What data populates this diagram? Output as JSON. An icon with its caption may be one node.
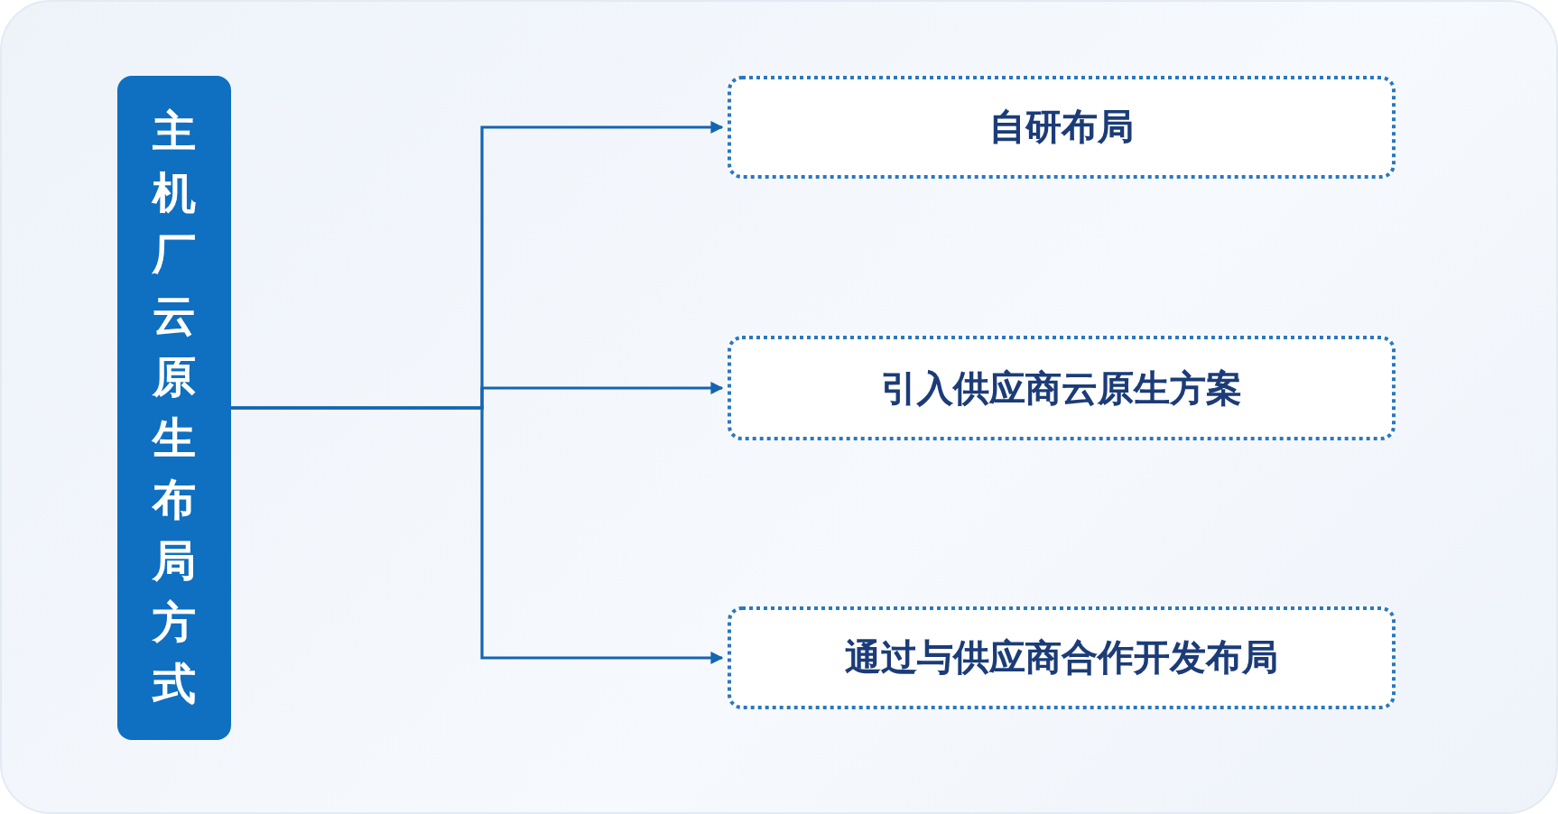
{
  "diagram": {
    "nodes": [
      {
        "text": [
          "主机厂云原生布局方式"
        ]
      },
      {
        "text": [
          "自研布局"
        ]
      },
      {
        "text": [
          "引入供应商云原生方案"
        ]
      },
      {
        "text": [
          "通过与供应商合作开发布局"
        ]
      }
    ],
    "edges": [
      {
        "from": 0,
        "to": 1,
        "arrow": "to"
      },
      {
        "from": 0,
        "to": 2,
        "arrow": "to"
      },
      {
        "from": 0,
        "to": 3,
        "arrow": "to"
      }
    ]
  }
}
